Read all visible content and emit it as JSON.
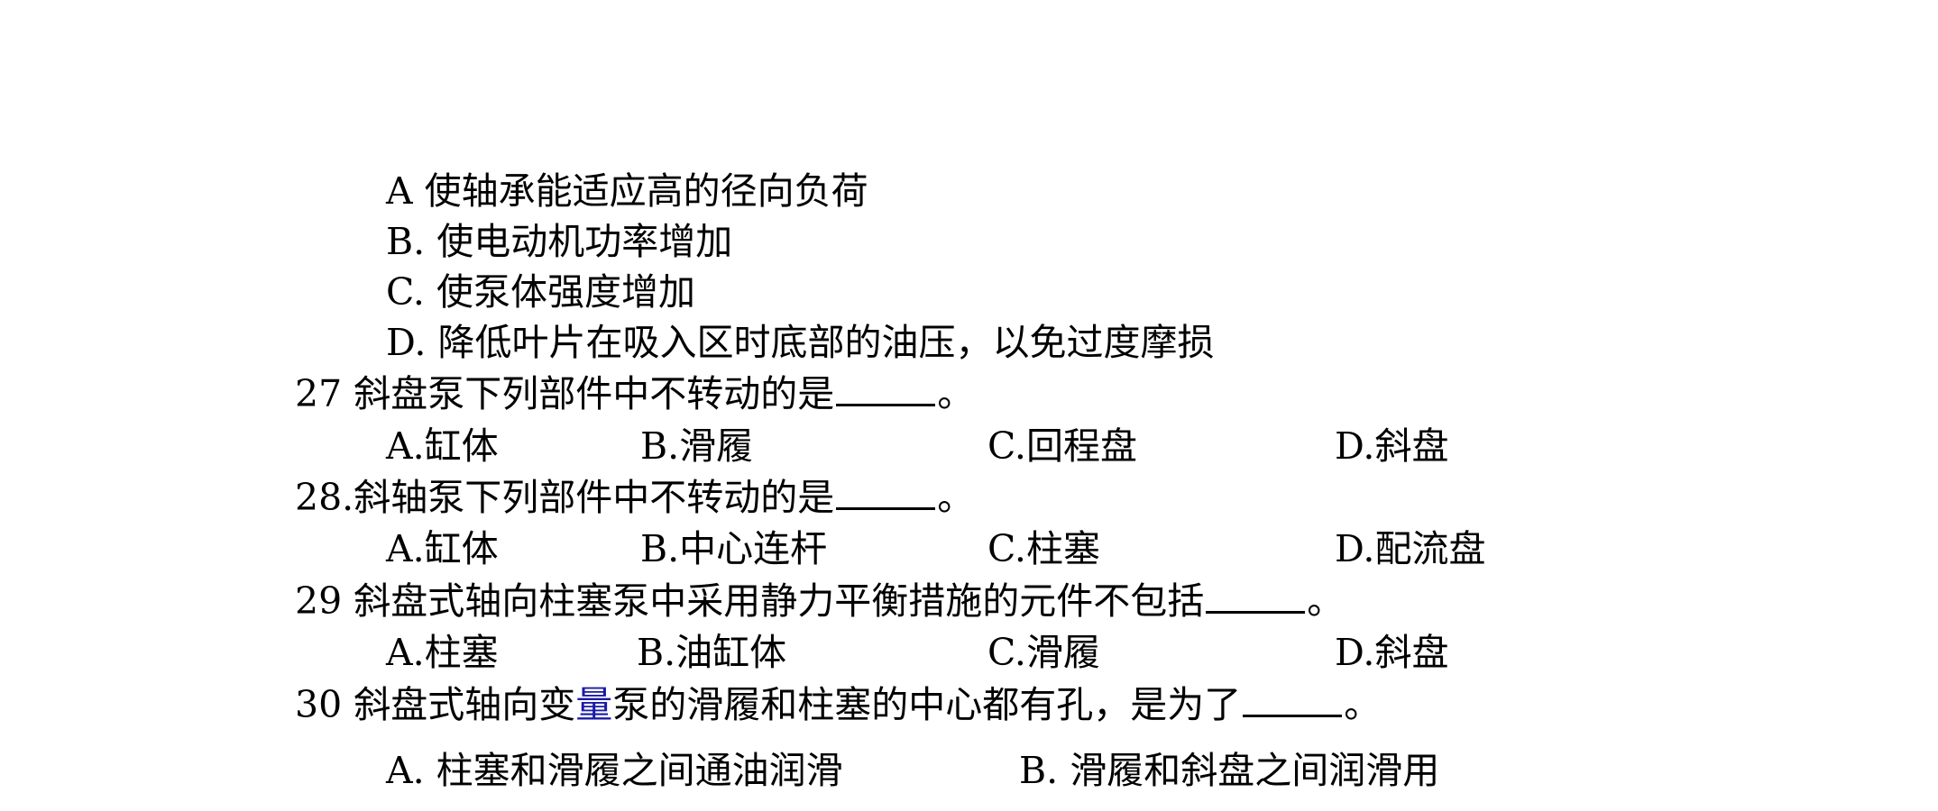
{
  "q26_options": [
    "A 使轴承能适应高的径向负荷",
    "B. 使电动机功率增加",
    "C. 使泵体强度增加",
    "D. 降低叶片在吸入区时底部的油压，以免过度摩损"
  ],
  "q27": {
    "stem": "27 斜盘泵下列部件中不转动的是",
    "end": "。",
    "options": [
      "A.缸体",
      "B.滑履",
      "C.回程盘",
      "D.斜盘"
    ]
  },
  "q28": {
    "stem": "28.斜轴泵下列部件中不转动的是",
    "end": "。",
    "options": [
      "A.缸体",
      "B.中心连杆",
      "C.柱塞",
      "D.配流盘"
    ]
  },
  "q29": {
    "stem": "29 斜盘式轴向柱塞泵中采用静力平衡措施的元件不包括",
    "end": "。",
    "options": [
      "A.柱塞",
      "B.油缸体",
      "C.滑履",
      "D.斜盘"
    ]
  },
  "q30": {
    "stem_before": "30 斜盘式轴向变",
    "stem_highlight": "量",
    "stem_after": "泵的滑履和柱塞的中心都有孔，是为了",
    "end": "。",
    "options": [
      "A. 柱塞和滑履之间通油润滑",
      "B. 滑履和斜盘之间润滑用"
    ]
  },
  "colors": {
    "text": "#000000",
    "highlight": "#1a1aa6"
  }
}
